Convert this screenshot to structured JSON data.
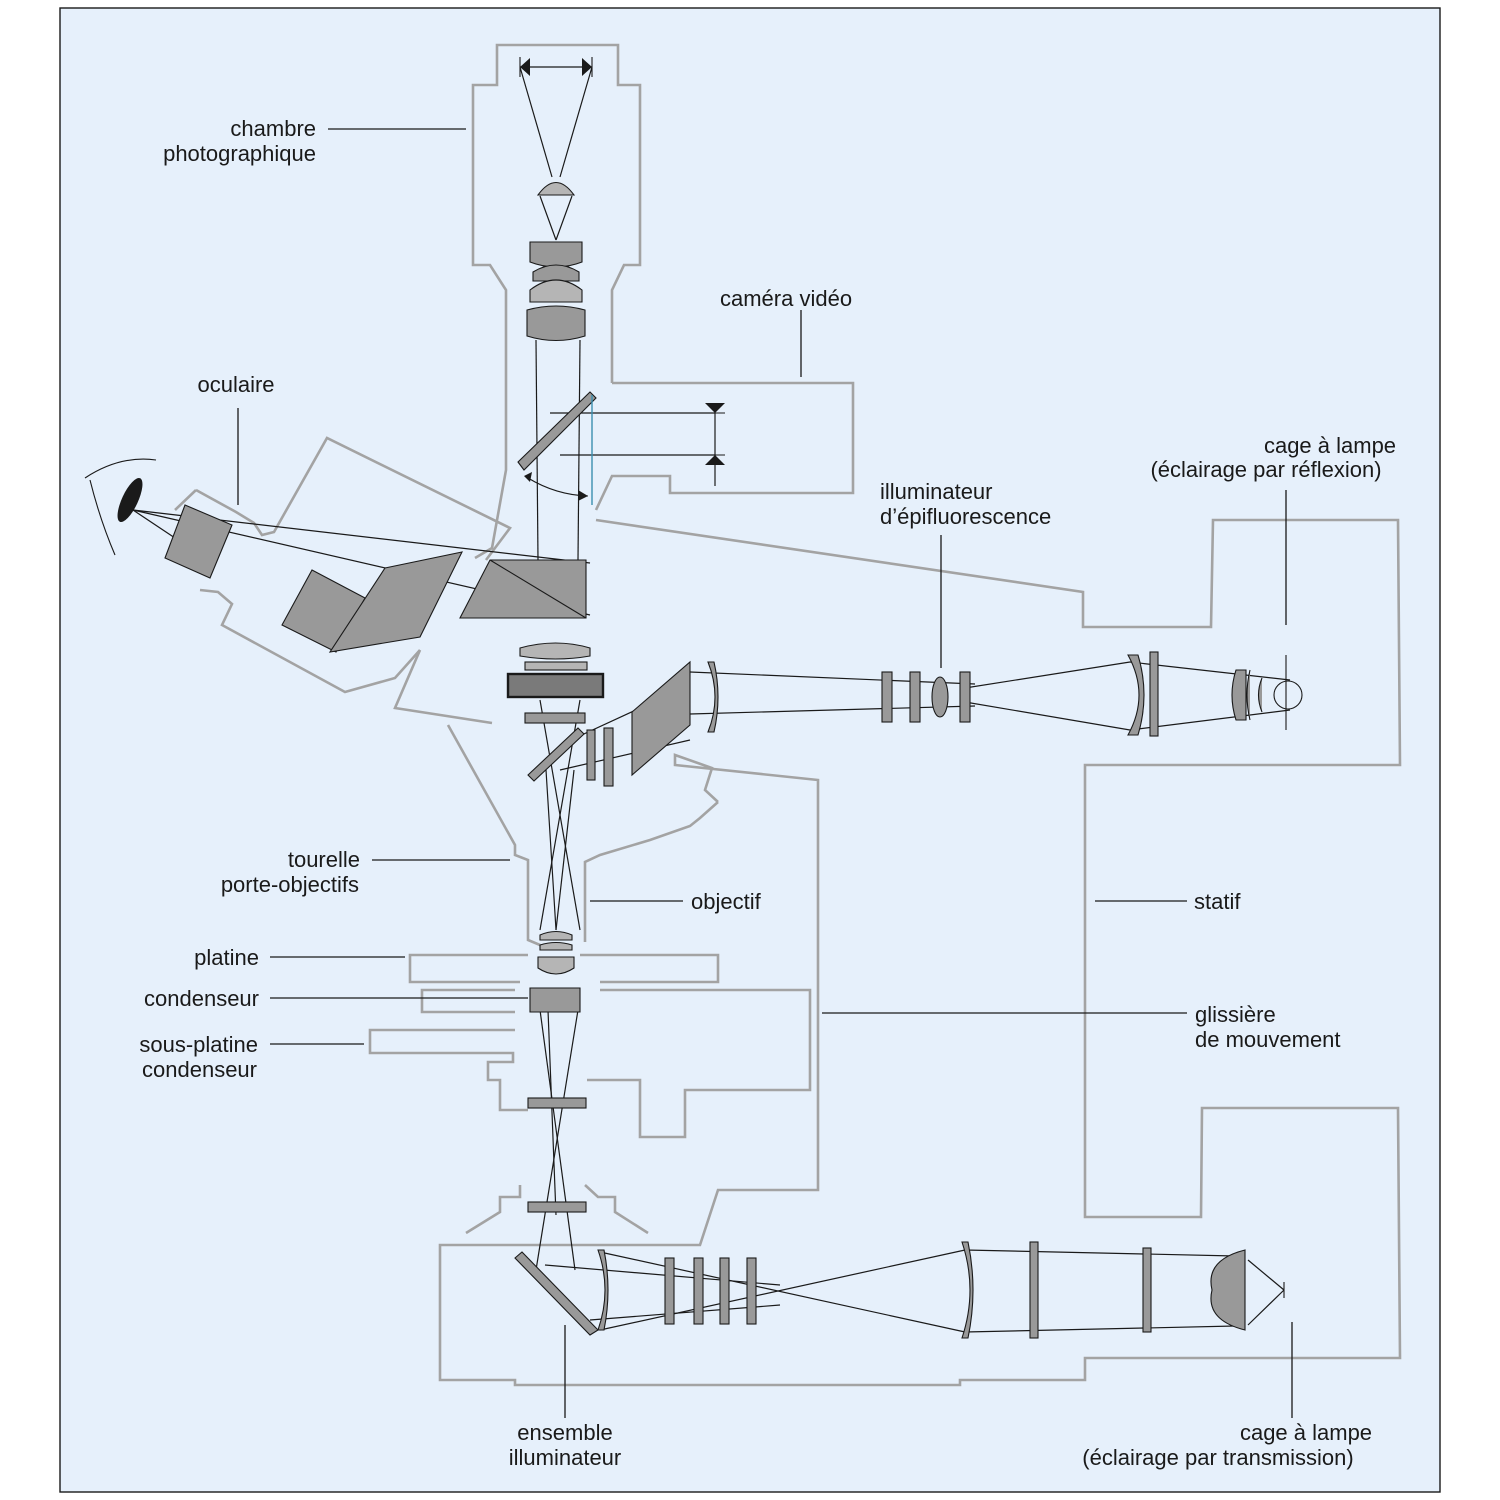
{
  "labels": {
    "chambre_1": "chambre",
    "chambre_2": "photographique",
    "camera": "caméra vidéo",
    "oculaire": "oculaire",
    "cage_reflexion_1": "cage à lampe",
    "cage_reflexion_2": "(éclairage par réflexion)",
    "illuminateur_1": "illuminateur",
    "illuminateur_2": "d’épifluorescence",
    "tourelle_1": "tourelle",
    "tourelle_2": "porte-objectifs",
    "objectif": "objectif",
    "statif": "statif",
    "platine": "platine",
    "condenseur": "condenseur",
    "sous_platine_1": "sous-platine",
    "sous_platine_2": "condenseur",
    "glissiere_1": "glissière",
    "glissiere_2": "de mouvement",
    "ensemble_1": "ensemble",
    "ensemble_2": "illuminateur",
    "cage_transmission_1": "cage à lampe",
    "cage_transmission_2": "(éclairage par transmission)"
  }
}
